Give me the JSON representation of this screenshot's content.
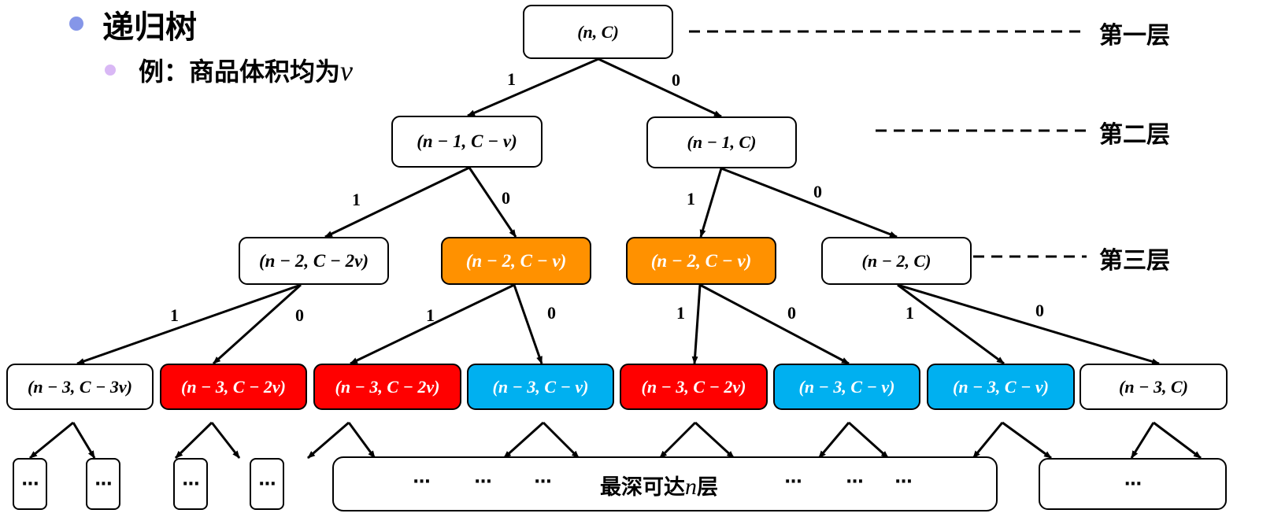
{
  "header": {
    "title": "递归树",
    "subtitle_prefix": "例：商品体积均为",
    "subtitle_var": "v",
    "bullet_colors": {
      "level1": "#8596E8",
      "level2": "#D9B8F5"
    }
  },
  "colors": {
    "orange": "#FF9100",
    "red": "#FF0000",
    "cyan": "#00B0F0",
    "white": "#FFFFFF"
  },
  "layers": [
    {
      "label": "第一层"
    },
    {
      "label": "第二层"
    },
    {
      "label": "第三层"
    }
  ],
  "tree": {
    "level1": [
      {
        "label": "(n, C)",
        "color": "white"
      }
    ],
    "level2": [
      {
        "label": "(n − 1, C − v)",
        "color": "white"
      },
      {
        "label": "(n − 1, C)",
        "color": "white"
      }
    ],
    "level3": [
      {
        "label": "(n − 2, C − 2v)",
        "color": "white"
      },
      {
        "label": "(n − 2, C − v)",
        "color": "orange"
      },
      {
        "label": "(n − 2, C − v)",
        "color": "orange"
      },
      {
        "label": "(n − 2, C)",
        "color": "white"
      }
    ],
    "level4": [
      {
        "label": "(n − 3, C − 3v)",
        "color": "white"
      },
      {
        "label": "(n − 3, C − 2v)",
        "color": "red"
      },
      {
        "label": "(n − 3, C − 2v)",
        "color": "red"
      },
      {
        "label": "(n − 3, C − v)",
        "color": "cyan"
      },
      {
        "label": "(n − 3, C − 2v)",
        "color": "red"
      },
      {
        "label": "(n − 3, C − v)",
        "color": "cyan"
      },
      {
        "label": "(n − 3, C − v)",
        "color": "cyan"
      },
      {
        "label": "(n − 3, C)",
        "color": "white"
      }
    ],
    "edge_labels": {
      "take": "1",
      "skip": "0"
    }
  },
  "leaves": {
    "ellipsis": "···",
    "deep_label_prefix": "最深可达",
    "deep_label_var": "n",
    "deep_label_suffix": "层"
  }
}
